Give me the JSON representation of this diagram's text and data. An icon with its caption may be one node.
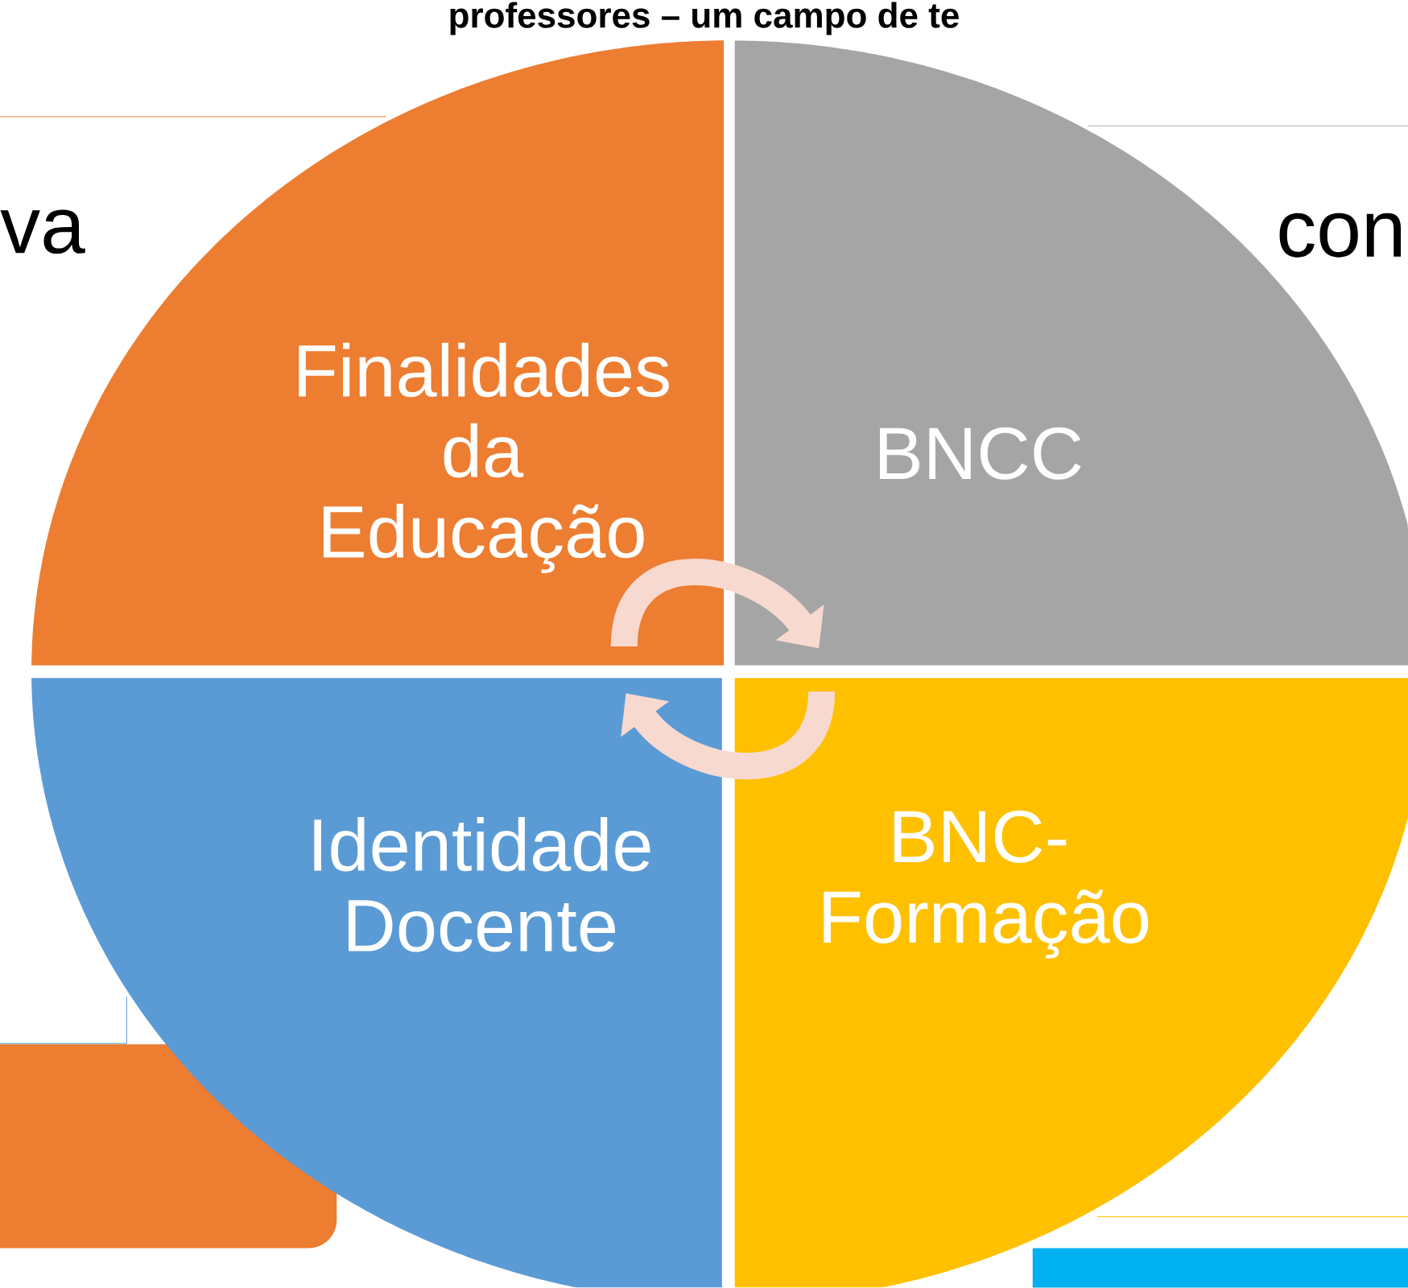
{
  "diagram": {
    "title": "professores – um campo de te",
    "nodes": [
      {
        "text": [
          "Finalidades da Educação"
        ]
      },
      {
        "text": [
          "BNCC"
        ]
      },
      {
        "text": [
          "Identidade Docente"
        ]
      },
      {
        "text": [
          "BNC-Formação"
        ]
      }
    ],
    "edges": [
      {
        "from": 0,
        "to": 1,
        "arrow": "to"
      },
      {
        "from": 3,
        "to": 2,
        "arrow": "to"
      }
    ],
    "labels": [
      "va",
      "con"
    ]
  }
}
